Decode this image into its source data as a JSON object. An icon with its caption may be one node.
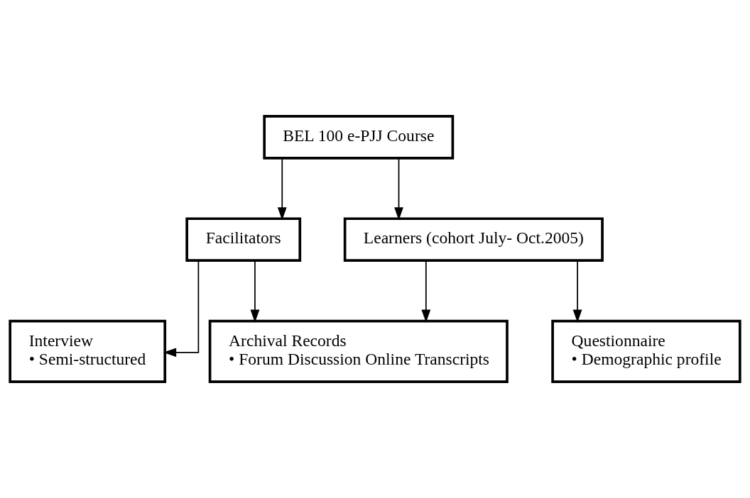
{
  "diagram": {
    "nodes": [
      {
        "text": [
          "BEL 100 e-PJJ Course"
        ]
      },
      {
        "text": [
          "Facilitators"
        ]
      },
      {
        "text": [
          "Learners (cohort July- Oct.2005)"
        ]
      },
      {
        "text": [
          "Interview",
          "• Semi-structured"
        ]
      },
      {
        "text": [
          "Archival Records",
          "• Forum Discussion Online Transcripts"
        ]
      },
      {
        "text": [
          "Questionnaire",
          "• Demographic profile"
        ]
      }
    ],
    "edges": [
      {
        "from": 0,
        "to": 1,
        "arrow": "to"
      },
      {
        "from": 0,
        "to": 2,
        "arrow": "to"
      },
      {
        "from": 1,
        "to": 3,
        "arrow": "to"
      },
      {
        "from": 1,
        "to": 4,
        "arrow": "to"
      },
      {
        "from": 2,
        "to": 4,
        "arrow": "to"
      },
      {
        "from": 2,
        "to": 5,
        "arrow": "to"
      }
    ]
  }
}
